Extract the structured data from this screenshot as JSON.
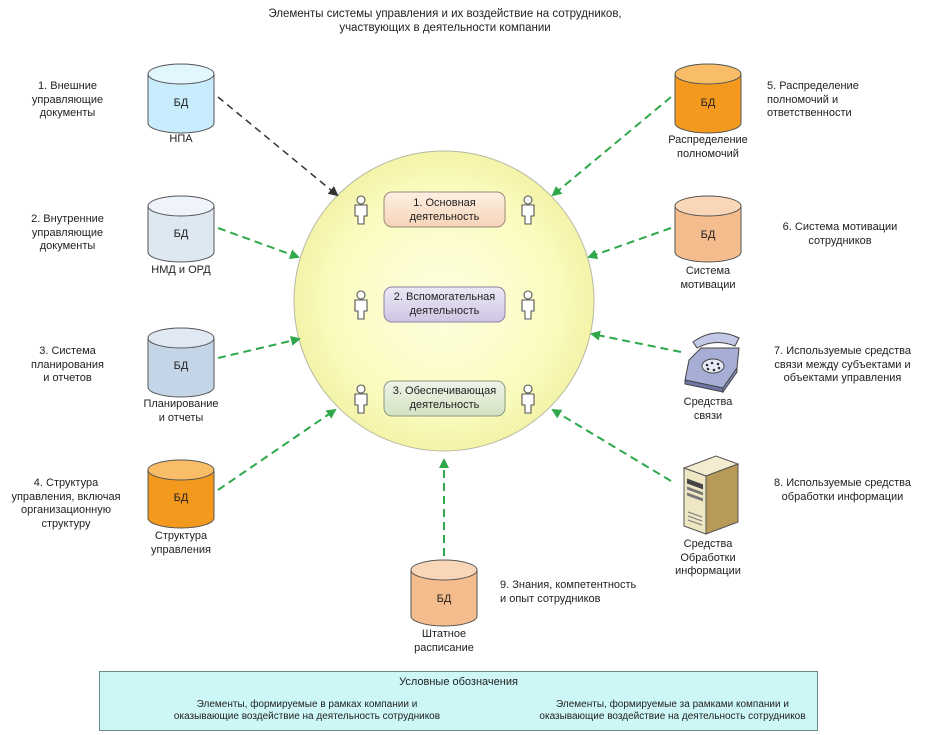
{
  "title": "Элементы системы управления и их воздействие на сотрудников,\nучаствующих в деятельности компании",
  "db_label": "БД",
  "activities": [
    "1. Основная\nдеятельность",
    "2. Вспомогательная\nдеятельность",
    "3. Обеспечивающая\nдеятельность"
  ],
  "left_items": [
    {
      "text": "1. Внешние\nуправляющие\nдокументы",
      "icon_label": "НПА",
      "color": "#c8ecfb"
    },
    {
      "text": "2. Внутренние\nуправляющие\nдокументы",
      "icon_label": "НМД и ОРД",
      "color": "#dde8f2"
    },
    {
      "text": "3. Система\nпланирования\nи отчетов",
      "icon_label": "Планирование\nи отчеты",
      "color": "#c5d5e8"
    },
    {
      "text": "4. Структура\nуправления, включая\nорганизационную\nструктуру",
      "icon_label": "Структура\nуправления",
      "color": "#f39a1e"
    }
  ],
  "right_items": [
    {
      "text": "5. Распределение\nполномочий и\nответственности",
      "icon_label": "Распределение\nполномочий",
      "color": "#f39a1e"
    },
    {
      "text": "6. Система мотивации\nсотрудников",
      "icon_label": "Система\nмотивации",
      "color": "#f5bc8e"
    },
    {
      "text": "7. Используемые средства\nсвязи между субъектами и\nобъектами управления",
      "icon_label": "Средства\nсвязи"
    },
    {
      "text": "8. Используемые средства\nобработки информации",
      "icon_label": "Средства\nОбработки\nинформации"
    }
  ],
  "bottom_item": {
    "text": "9. Знания, компетентность\nи опыт сотрудников",
    "icon_label": "Штатное\nрасписание",
    "color": "#f5bc8e"
  },
  "legend": {
    "title": "Условные обозначения",
    "internal": "Элементы, формируемые в рамках компании и\nоказывающие воздействие на деятельность сотрудников",
    "external": "Элементы, формируемые за рамками компании и\nоказывающие воздействие на деятельность сотрудников"
  },
  "colors": {
    "circle_fill": "#fdfdc4",
    "internal_arrow": "#2ea84a",
    "external_arrow": "#333333",
    "activity_1": "#fbe3cf",
    "activity_2": "#dcd5ec",
    "activity_3": "#e3ecd6"
  }
}
